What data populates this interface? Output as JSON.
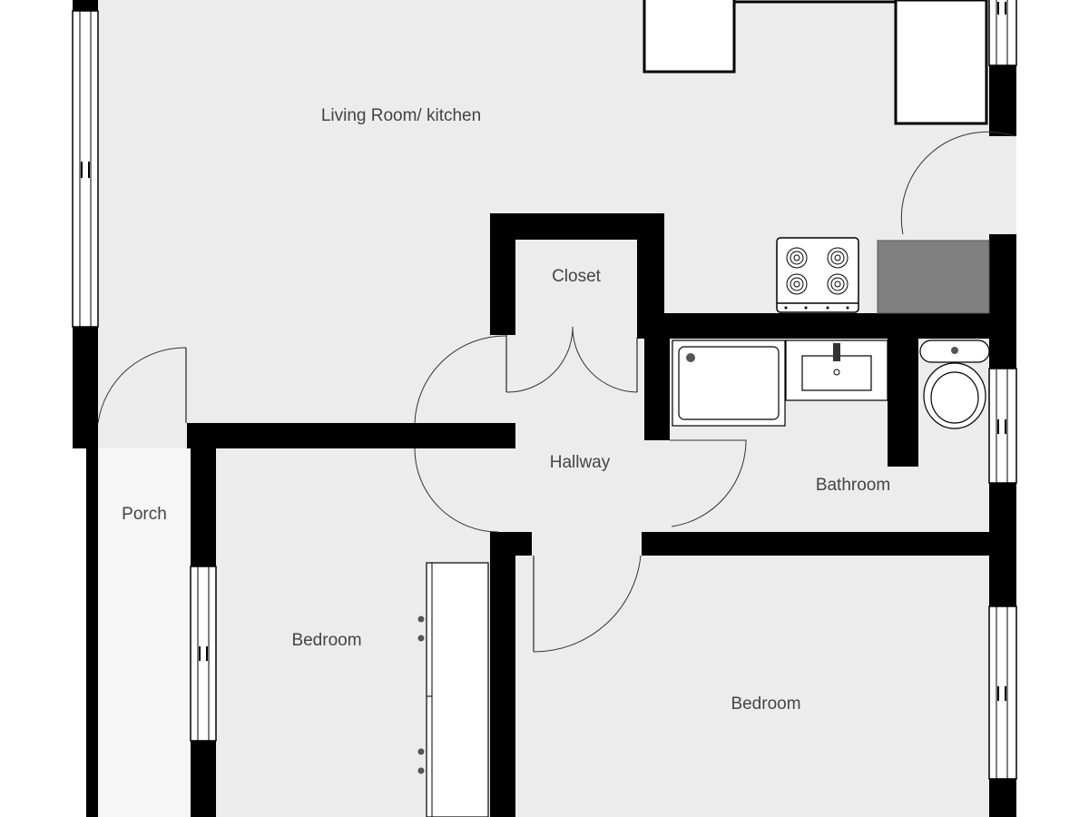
{
  "plan": {
    "rooms": {
      "living_kitchen": "Living Room/ kitchen",
      "closet": "Closet",
      "hallway": "Hallway",
      "bathroom": "Bathroom",
      "porch": "Porch",
      "bedroom_left": "Bedroom",
      "bedroom_right": "Bedroom"
    },
    "colors": {
      "floor": "#ececec",
      "wall": "#000000",
      "counter": "#808080",
      "background": "#ffffff"
    }
  }
}
